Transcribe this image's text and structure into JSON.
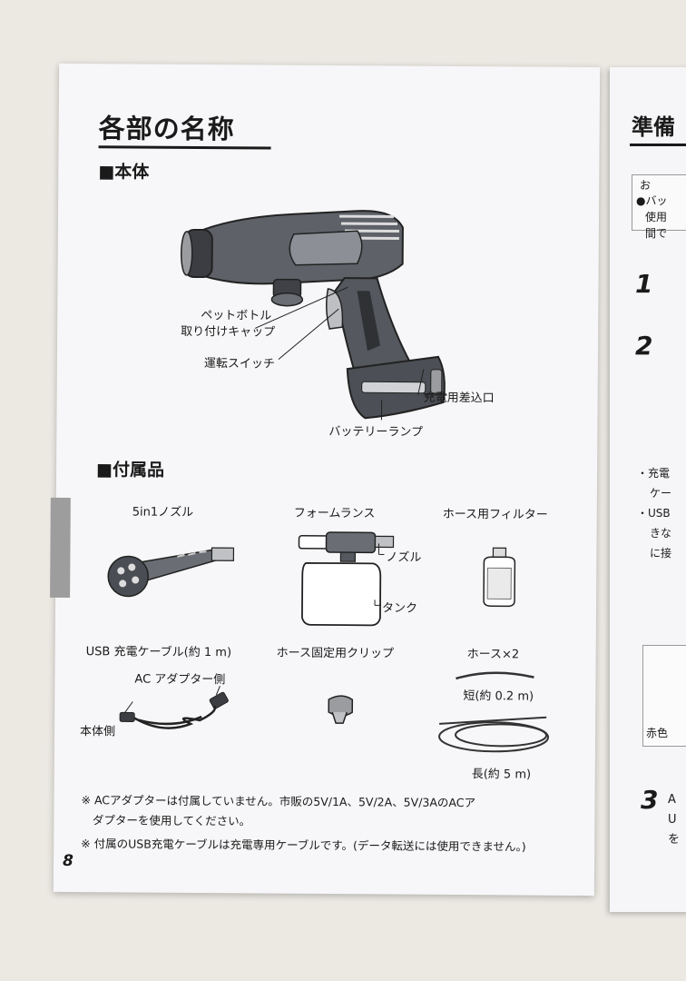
{
  "page": {
    "title": "各部の名称",
    "page_number": "8"
  },
  "main_unit": {
    "heading": "■本体",
    "labels": {
      "cap": "ペットボトル\n取り付けキャップ",
      "switch": "運転スイッチ",
      "charge_port": "充電用差込口",
      "battery_lamp": "バッテリーランプ"
    }
  },
  "accessories": {
    "heading": "■付属品",
    "nozzle": "5in1ノズル",
    "foam_lance": "フォームランス",
    "foam_nozzle": "ノズル",
    "foam_tank": "タンク",
    "hose_filter": "ホース用フィルター",
    "usb_cable": "USB 充電ケーブル(約 1 m)",
    "ac_side": "AC アダプター側",
    "body_side": "本体側",
    "hose_clip": "ホース固定用クリップ",
    "hose": "ホース×2",
    "hose_short": "短(約 0.2 m)",
    "hose_long": "長(約 5 m)"
  },
  "notes": [
    "※ ACアダプターは付属していません。市販の5V/1A、5V/2A、5V/3AのACア",
    "　ダプターを使用してください。",
    "※ 付属のUSB充電ケーブルは充電専用ケーブルです。(データ転送には使用できません。)"
  ],
  "right_page": {
    "title": "準備",
    "step1": "1",
    "step2": "2",
    "step3": "3",
    "frag_note": "お",
    "frag_line1": "●バッ",
    "frag_line2": "使用",
    "frag_line3": "間で",
    "frag_c1": "・充電",
    "frag_c2": "ケー",
    "frag_c3": "・USB",
    "frag_c4": "きな",
    "frag_c5": "に接",
    "frag_red": "赤色",
    "frag_a": "A",
    "frag_u": "U",
    "frag_wo": "を"
  }
}
